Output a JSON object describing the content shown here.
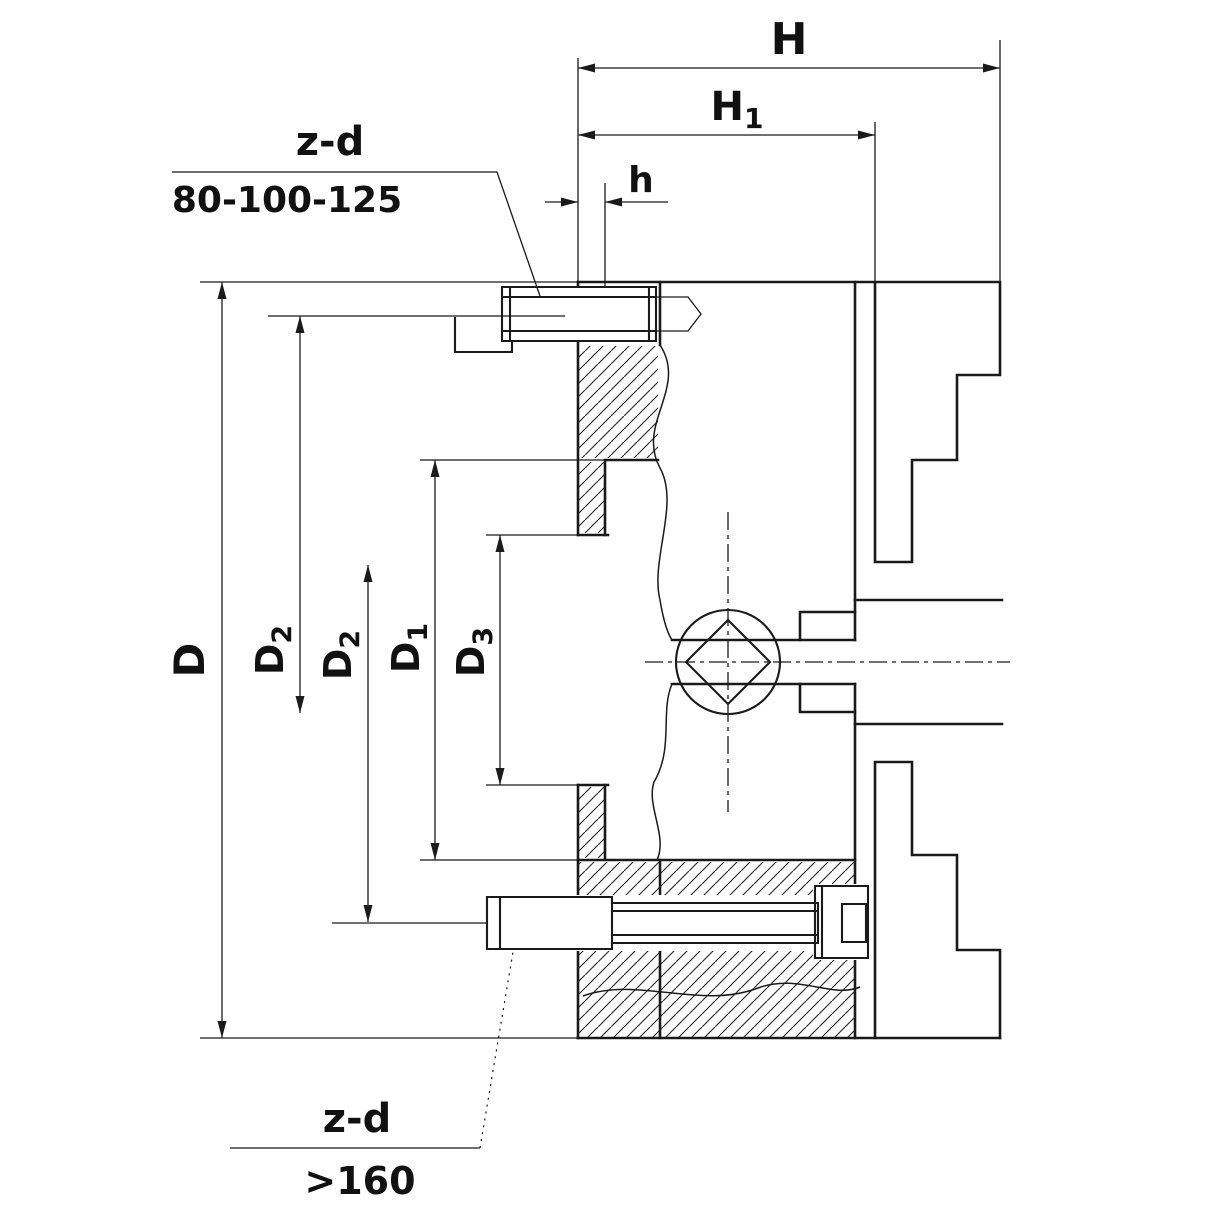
{
  "drawing": {
    "background": "#ffffff",
    "line_color": "#1a1a1a",
    "labels": {
      "dim_H": "H",
      "dim_H1": {
        "main": "H",
        "sub": "1"
      },
      "dim_h": "h",
      "dim_D": "D",
      "dim_D2_outer": {
        "main": "D",
        "sub": "2"
      },
      "dim_D2_inner": {
        "main": "D",
        "sub": "2"
      },
      "dim_D1": {
        "main": "D",
        "sub": "1"
      },
      "dim_D3": {
        "main": "D",
        "sub": "3"
      },
      "note_top": {
        "line1": "z-d",
        "line2": "80-100-125"
      },
      "note_bottom": {
        "line1": "z-d",
        "line2": ">160"
      }
    }
  }
}
